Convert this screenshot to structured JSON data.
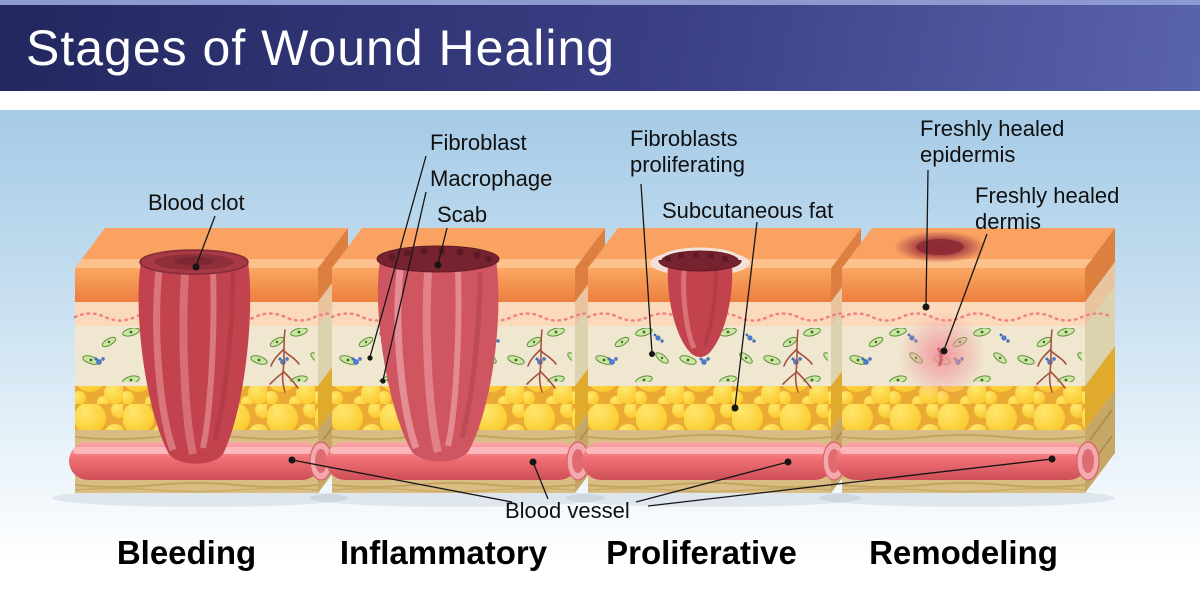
{
  "header": {
    "title": "Stages of Wound Healing"
  },
  "labels": {
    "blood_clot": "Blood clot",
    "fibroblast": "Fibroblast",
    "macrophage": "Macrophage",
    "scab": "Scab",
    "fibroblasts_proliferating": "Fibroblasts proliferating",
    "subcutaneous_fat": "Subcutaneous fat",
    "freshly_healed_epidermis": "Freshly healed epidermis",
    "freshly_healed_dermis": "Freshly healed dermis",
    "blood_vessel": "Blood vessel"
  },
  "stages": [
    {
      "name": "Bleeding"
    },
    {
      "name": "Inflammatory"
    },
    {
      "name": "Proliferative"
    },
    {
      "name": "Remodeling"
    }
  ],
  "colors": {
    "header_dark": "#23275f",
    "header_light": "#5a64ab",
    "background_top": "#a6cbe6",
    "skin_surface_top": "#f9a261",
    "skin_front": "#ec7f3e",
    "epidermis": "#fbdabc",
    "dermis": "#efe7cf",
    "fat": "#fbc92d",
    "blood_vessel": "#ef6f74",
    "clot": "#c2434e",
    "scab": "#77222f",
    "cell_green": "#cde6a4",
    "speck_blue": "#4d7ed2"
  }
}
